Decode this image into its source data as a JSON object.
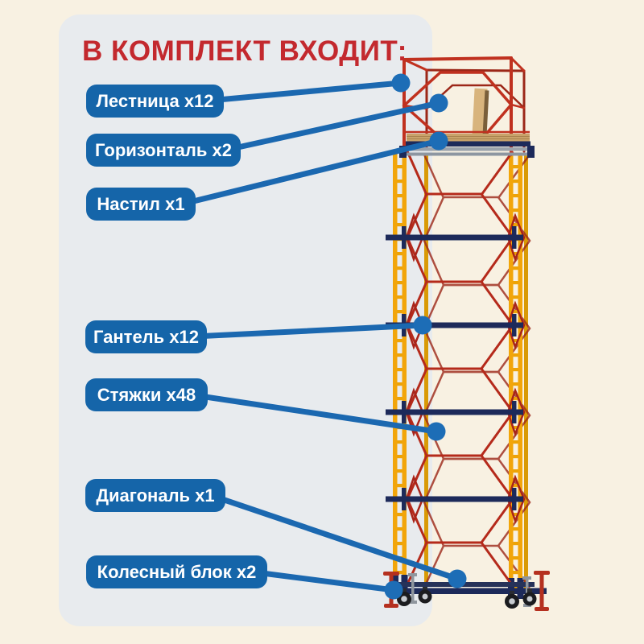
{
  "panel": {
    "title": "В КОМПЛЕКТ ВХОДИТ:",
    "title_color": "#c3292e",
    "background": "#e8ebee"
  },
  "page_background": "#f8f1e2",
  "callouts": [
    {
      "label": "Лестница x12"
    },
    {
      "label": "Горизонталь x2"
    },
    {
      "label": "Настил x1"
    },
    {
      "label": "Гантель x12"
    },
    {
      "label": "Стяжки x48"
    },
    {
      "label": "Диагональ x1"
    },
    {
      "label": "Колесный блок x2"
    }
  ],
  "callout_style": {
    "bubble_color": "#1565a9",
    "text_color": "#ffffff",
    "connector_color": "#1b68b0"
  },
  "illustration": {
    "name": "scaffold-tower",
    "colors": {
      "frame_red": "#c0311f",
      "frame_red_back": "#9c2718",
      "rail_yellow": "#f2a50a",
      "bar_navy": "#1d2a5a",
      "deck_wood": "#c9a26a",
      "steel_gray": "#9aa2ac",
      "wheel_black": "#1b1c1f"
    }
  }
}
